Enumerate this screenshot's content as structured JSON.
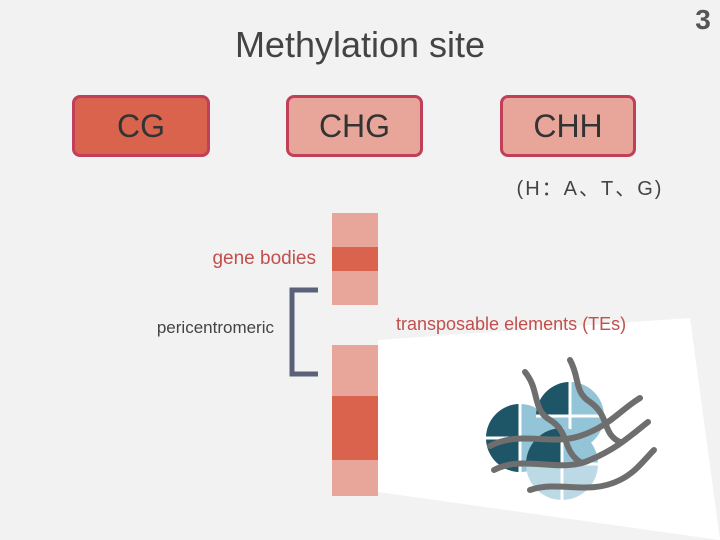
{
  "slide_number": "3",
  "title": "Methylation site",
  "sites": [
    {
      "label": "CG"
    },
    {
      "label": "CHG"
    },
    {
      "label": "CHH"
    }
  ],
  "h_note": "(H：A、T、G)",
  "labels": {
    "gene_bodies": "gene bodies",
    "pericentromeric": "pericentromeric",
    "transposable_elements": "transposable elements (TEs)"
  },
  "colors": {
    "background": "#f2f2f2",
    "cg_fill": "#d9634c",
    "light_fill": "#e8a69b",
    "box_border": "#c0405a",
    "label_red": "#c0504d",
    "bracket": "#5a6178",
    "te_dark": "#1e5567",
    "te_light": "#93c4d8"
  }
}
